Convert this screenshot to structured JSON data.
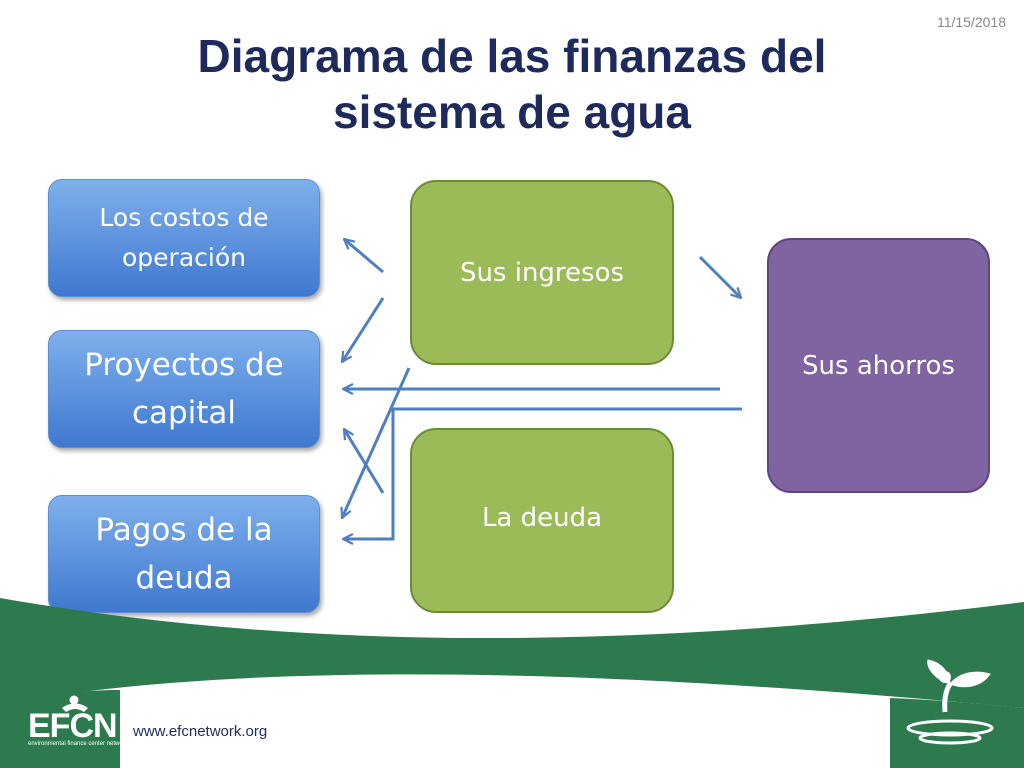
{
  "date": "11/15/2018",
  "title_line1": "Diagrama de las finanzas del",
  "title_line2": "sistema de agua",
  "boxes": {
    "costos": [
      "Los costos de",
      "operación"
    ],
    "proyectos": [
      "Proyectos de",
      "capital"
    ],
    "pagos": [
      "Pagos de la",
      "deuda"
    ],
    "ingresos": "Sus ingresos",
    "deuda": "La deuda",
    "ahorros": "Sus ahorros"
  },
  "footer": {
    "url": "www.efcnetwork.org",
    "logo": "EFCN",
    "logo_sub": "environmental finance center network"
  },
  "colors": {
    "title": "#1f2a5c",
    "blue_box": "#4f86d9",
    "green_box": "#9bbb59",
    "purple_box": "#8064a2",
    "arrow": "#4f7fbf",
    "footer_green": "#2e7a4f"
  }
}
